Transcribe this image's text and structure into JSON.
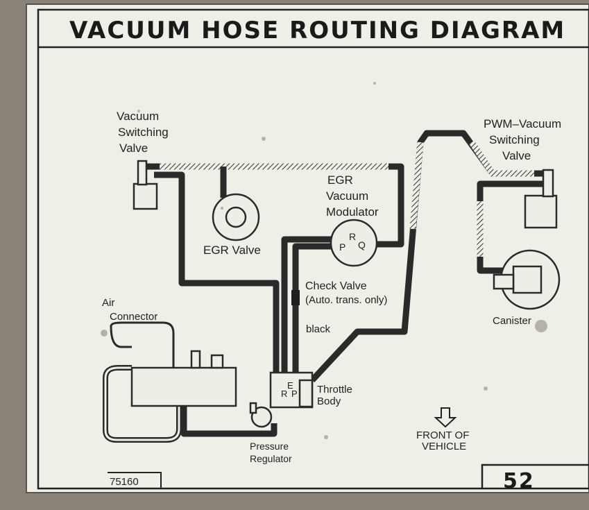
{
  "title": "VACUUM HOSE ROUTING DIAGRAM",
  "part_number": "75160",
  "page_number": "52",
  "components": {
    "vsv": [
      "Vacuum",
      "Switching",
      "Valve"
    ],
    "pwm_vsv": [
      "PWM–Vacuum",
      "Switching",
      "Valve"
    ],
    "egr_valve": "EGR Valve",
    "egr_modulator": [
      "EGR",
      "Vacuum",
      "Modulator"
    ],
    "modulator_ports": [
      "P",
      "R",
      "Q"
    ],
    "check_valve": [
      "Check Valve",
      "(Auto. trans. only)"
    ],
    "black": "black",
    "air_connector": [
      "Air",
      "Connector"
    ],
    "canister": "Canister",
    "throttle_body": [
      "Throttle",
      "Body"
    ],
    "throttle_ports": [
      "E",
      "R",
      "P"
    ],
    "pressure_regulator": [
      "Pressure",
      "Regulator"
    ],
    "front": [
      "FRONT OF",
      "VEHICLE"
    ]
  },
  "colors": {
    "panel": "#efeee7",
    "ink": "#222222",
    "background": "#8c8378"
  }
}
